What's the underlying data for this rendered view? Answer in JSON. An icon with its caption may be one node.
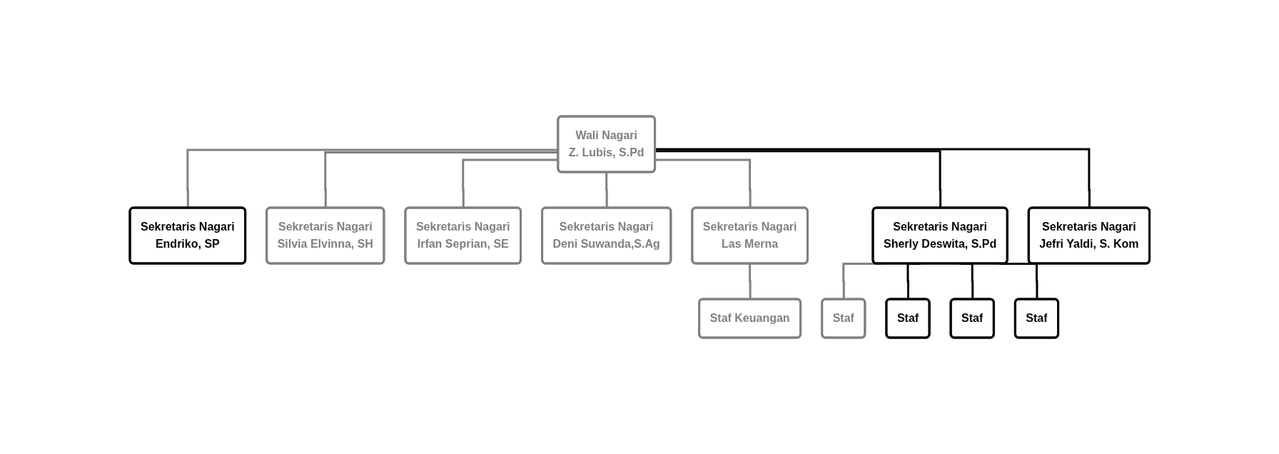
{
  "diagram": {
    "nodes": [
      {
        "text": [
          "Wali Nagari",
          "Z. Lubis, S.Pd"
        ]
      },
      {
        "text": [
          "Sekretaris Nagari",
          "Endriko, SP"
        ]
      },
      {
        "text": [
          "Sekretaris Nagari",
          "Silvia Elvinna, SH"
        ]
      },
      {
        "text": [
          "Sekretaris Nagari",
          "Irfan Seprian, SE"
        ]
      },
      {
        "text": [
          "Sekretaris Nagari",
          "Deni  Suwanda,S.Ag"
        ]
      },
      {
        "text": [
          "Sekretaris Nagari",
          "Las Merna"
        ]
      },
      {
        "text": [
          "Sekretaris Nagari",
          "Sherly Deswita, S.Pd"
        ]
      },
      {
        "text": [
          "Sekretaris Nagari",
          "Jefri Yaldi, S. Kom"
        ]
      },
      {
        "text": [
          "Staf Keuangan"
        ]
      },
      {
        "text": [
          "Staf"
        ]
      },
      {
        "text": [
          "Staf"
        ]
      },
      {
        "text": [
          "Staf"
        ]
      },
      {
        "text": [
          "Staf"
        ]
      }
    ],
    "edges": [
      {
        "from": 0,
        "to": 1,
        "arrow": "none"
      },
      {
        "from": 0,
        "to": 2,
        "arrow": "none"
      },
      {
        "from": 0,
        "to": 3,
        "arrow": "none"
      },
      {
        "from": 0,
        "to": 4,
        "arrow": "none"
      },
      {
        "from": 0,
        "to": 5,
        "arrow": "none"
      },
      {
        "from": 0,
        "to": 6,
        "arrow": "none",
        "color": "#000000"
      },
      {
        "from": 0,
        "to": 7,
        "arrow": "none",
        "color": "#000000"
      },
      {
        "from": 5,
        "to": 8,
        "arrow": "none"
      },
      {
        "from": 6,
        "to": 9,
        "arrow": "none"
      },
      {
        "from": 6,
        "to": 10,
        "arrow": "none",
        "color": "#000000"
      },
      {
        "from": 6,
        "to": 11,
        "arrow": "none",
        "color": "#000000"
      },
      {
        "from": 6,
        "to": 12,
        "arrow": "none",
        "color": "#000000"
      }
    ]
  }
}
